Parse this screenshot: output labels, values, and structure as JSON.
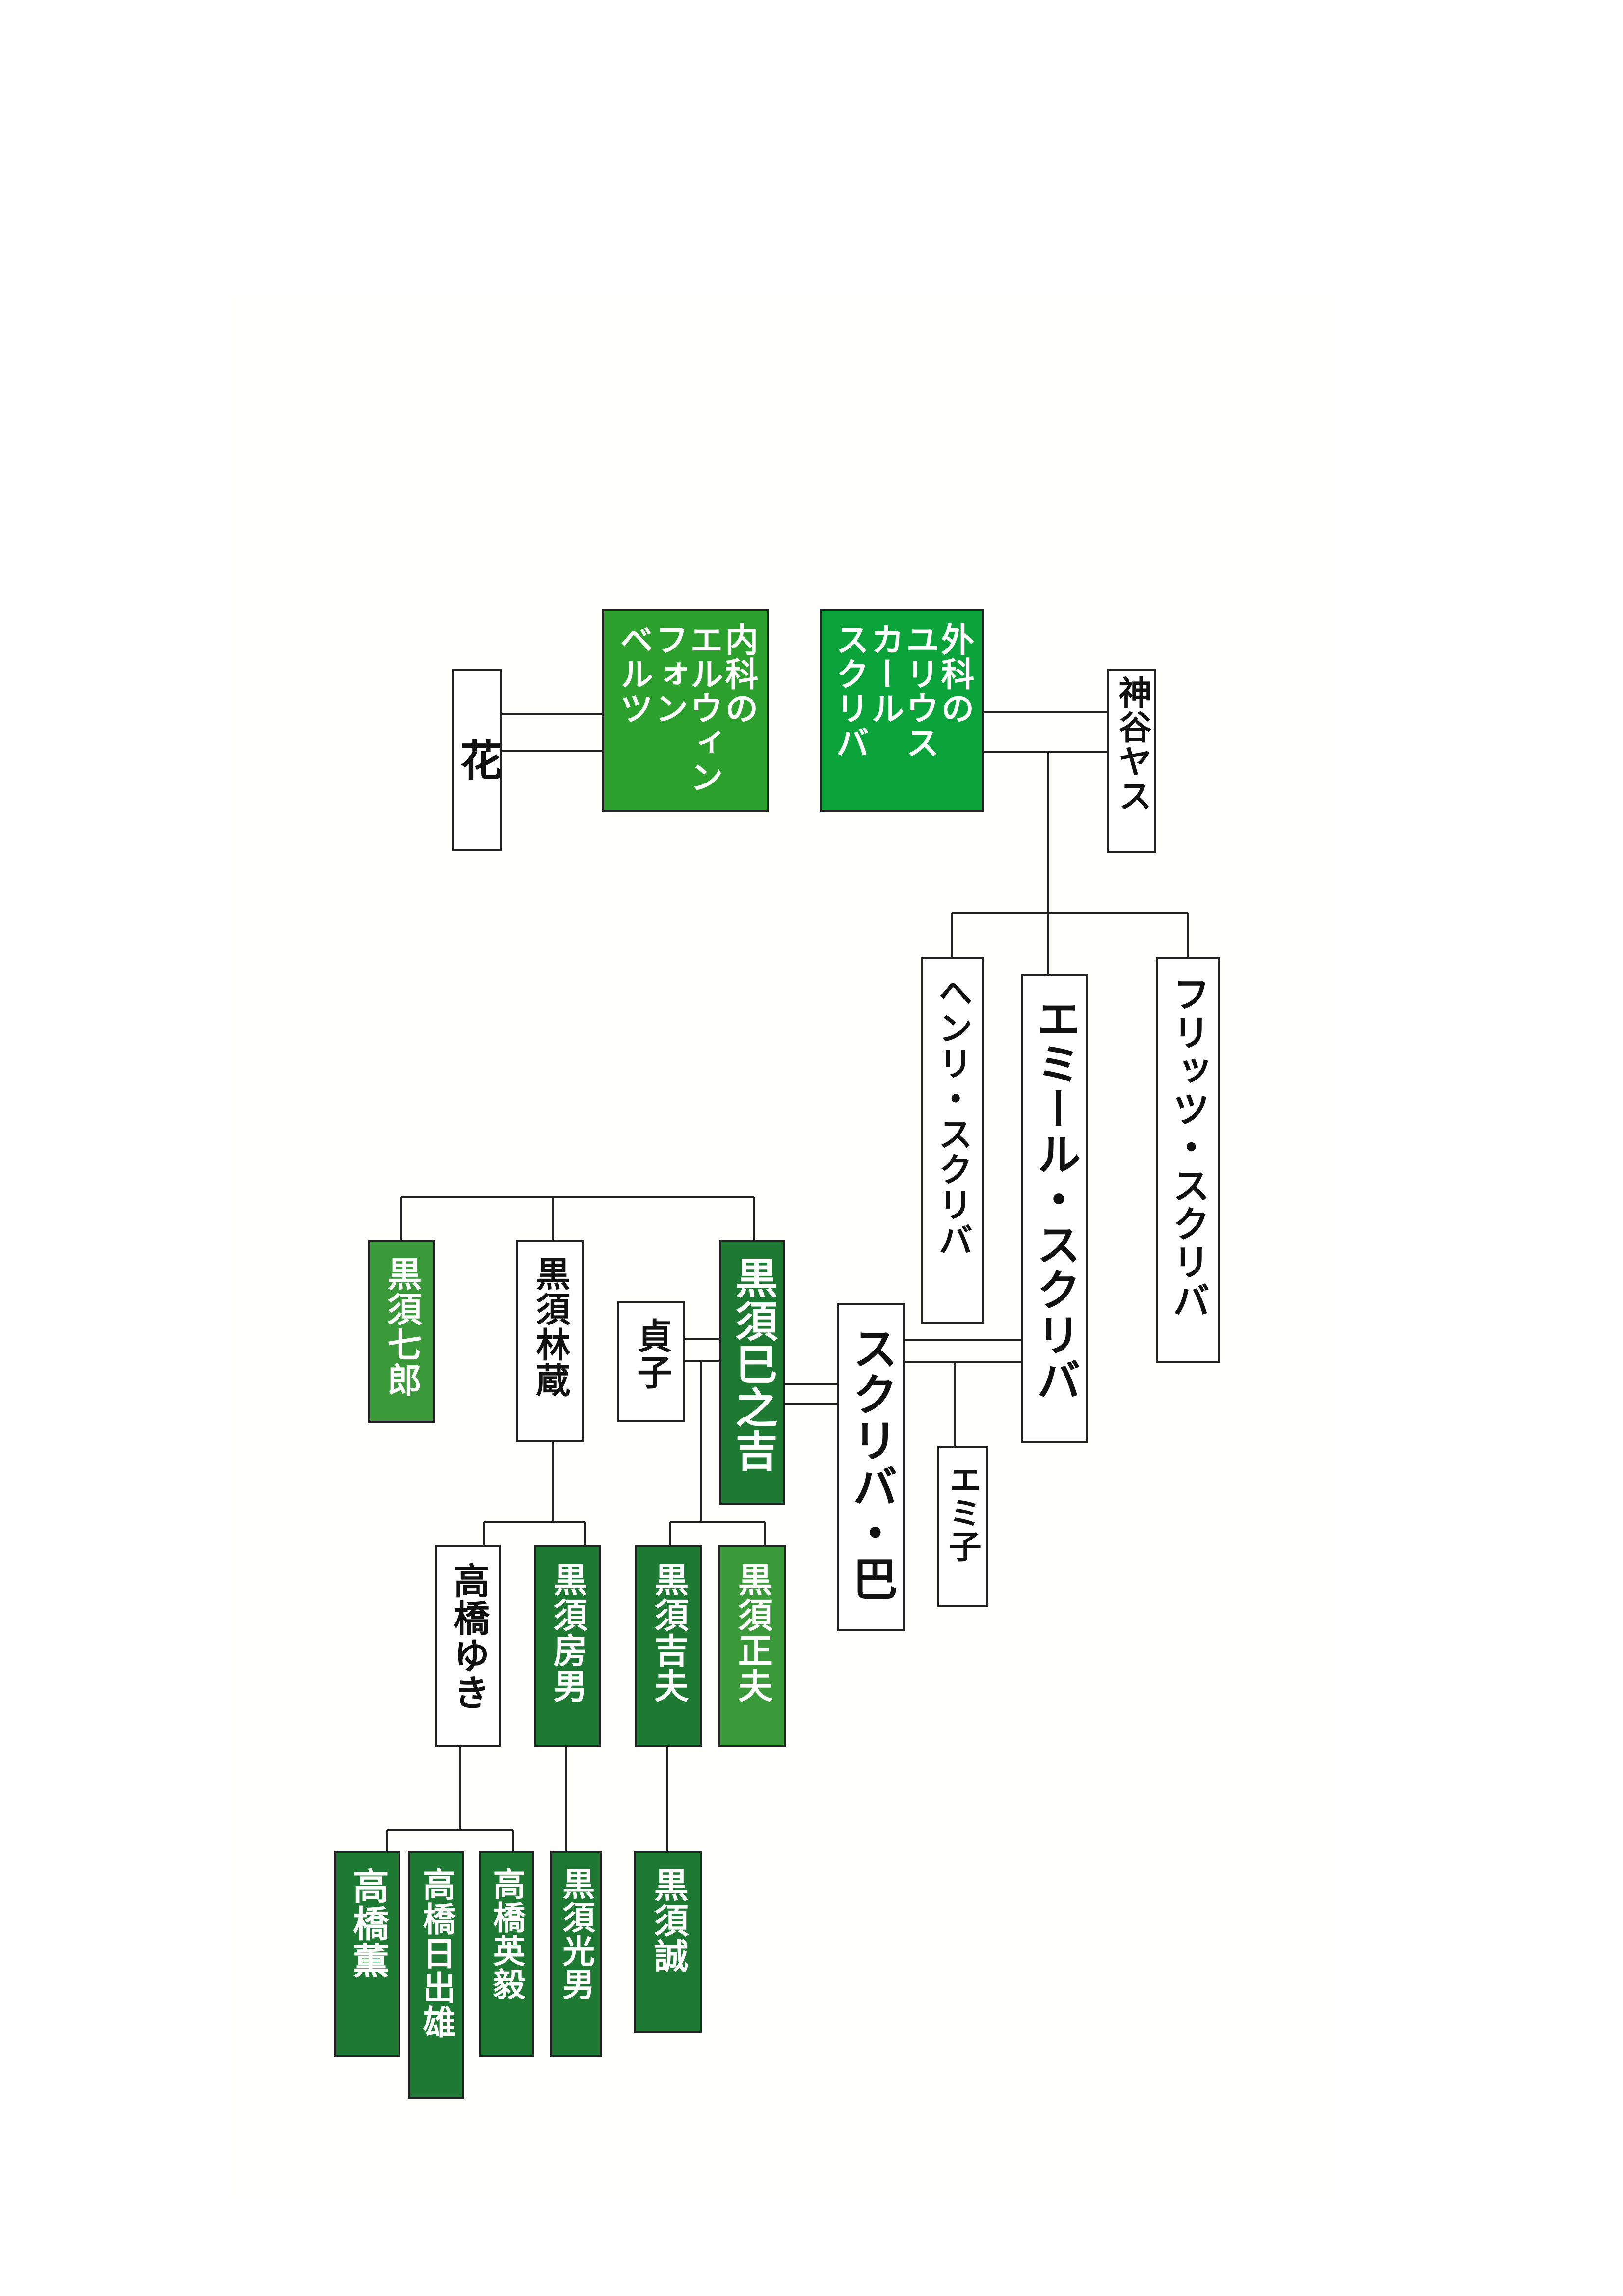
{
  "colors": {
    "line": "#222222",
    "white_fill": "#ffffff",
    "green": "#2ca02c",
    "dark_green": "#1e7a32",
    "mid_green": "#3a9a3a",
    "bright_green": "#0aa43a"
  },
  "nodes": {
    "hana": {
      "lines": [
        "花"
      ]
    },
    "belz": {
      "lines": [
        "内科の",
        "エルウィン",
        "フォン",
        "ベルツ"
      ]
    },
    "scriba": {
      "lines": [
        "外科の",
        "ユリウス",
        "カール",
        "スクリバ"
      ]
    },
    "kamiya": {
      "lines": [
        "神谷ヤス"
      ]
    },
    "henry": {
      "lines": [
        "ヘンリ・スクリバ"
      ]
    },
    "emil": {
      "lines": [
        "エミール・スクリバ"
      ]
    },
    "fritz": {
      "lines": [
        "フリッツ・スクリバ"
      ]
    },
    "tomoe": {
      "lines": [
        "スクリバ・巴"
      ]
    },
    "emiko": {
      "lines": [
        "エミ子"
      ]
    },
    "minokichi": {
      "lines": [
        "黒須巳之吉"
      ]
    },
    "sadako": {
      "lines": [
        "貞子"
      ]
    },
    "rinzo": {
      "lines": [
        "黒須林蔵"
      ]
    },
    "shichiro": {
      "lines": [
        "黒須七郎"
      ]
    },
    "yuki": {
      "lines": [
        "高橋ゆき"
      ]
    },
    "fusao": {
      "lines": [
        "黒須房男"
      ]
    },
    "yoshio": {
      "lines": [
        "黒須吉夫"
      ]
    },
    "masao": {
      "lines": [
        "黒須正夫"
      ]
    },
    "kaoru": {
      "lines": [
        "高橋薫"
      ]
    },
    "hideo": {
      "lines": [
        "高橋日出雄"
      ]
    },
    "hidetake": {
      "lines": [
        "高橋英毅"
      ]
    },
    "mitsuo": {
      "lines": [
        "黒須光男"
      ]
    },
    "makoto": {
      "lines": [
        "黒須誠"
      ]
    }
  }
}
